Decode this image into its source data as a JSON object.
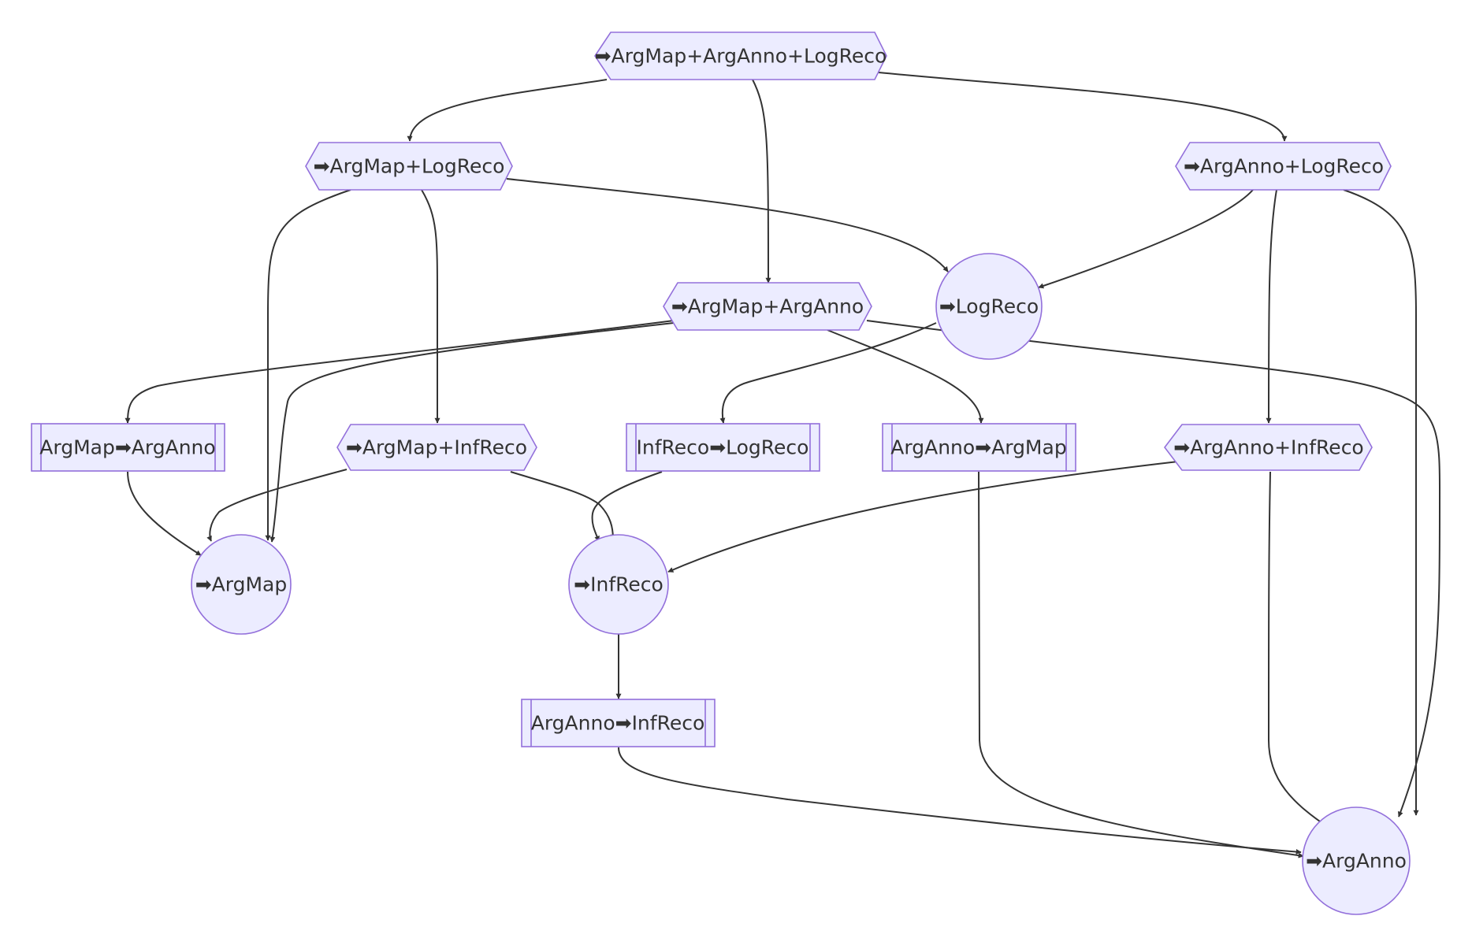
{
  "nodes": {
    "argmap_arganno_logreco": "➡ArgMap+ArgAnno+LogReco",
    "argmap_logreco": "➡ArgMap+LogReco",
    "arganno_logreco": "➡ArgAnno+LogReco",
    "argmap_arganno": "➡ArgMap+ArgAnno",
    "logreco": "➡LogReco",
    "argmap_to_arganno": "ArgMap➡ArgAnno",
    "argmap_infreco": "➡ArgMap+InfReco",
    "infreco_to_logreco": "InfReco➡LogReco",
    "arganno_to_argmap": "ArgAnno➡ArgMap",
    "arganno_infreco": "➡ArgAnno+InfReco",
    "argmap": "➡ArgMap",
    "infreco": "➡InfReco",
    "arganno_to_infreco": "ArgAnno➡InfReco",
    "arganno": "➡ArgAnno"
  },
  "colors": {
    "node_fill": "#ECECFF",
    "node_stroke": "#9370DB",
    "edge": "#333333",
    "text": "#333333"
  }
}
